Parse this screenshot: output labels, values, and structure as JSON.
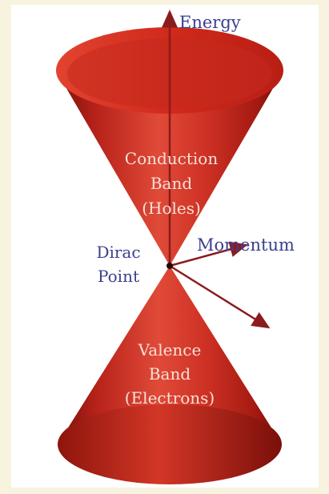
{
  "diagram": {
    "axes": {
      "energy": "Energy",
      "momentum": "Momentum"
    },
    "point_label_line1": "Dirac",
    "point_label_line2": "Point",
    "upper_band": [
      "Conduction",
      "Band",
      "(Holes)"
    ],
    "lower_band": [
      "Valence",
      "Band",
      "(Electrons)"
    ],
    "colors": {
      "cone": "#c0261c",
      "cone_dark": "#8a150e",
      "axis_arrow": "#8b1c1c",
      "label_text": "#3b3f8f",
      "band_text": "#f6e2d8",
      "background_border": "#f7f3df"
    }
  }
}
